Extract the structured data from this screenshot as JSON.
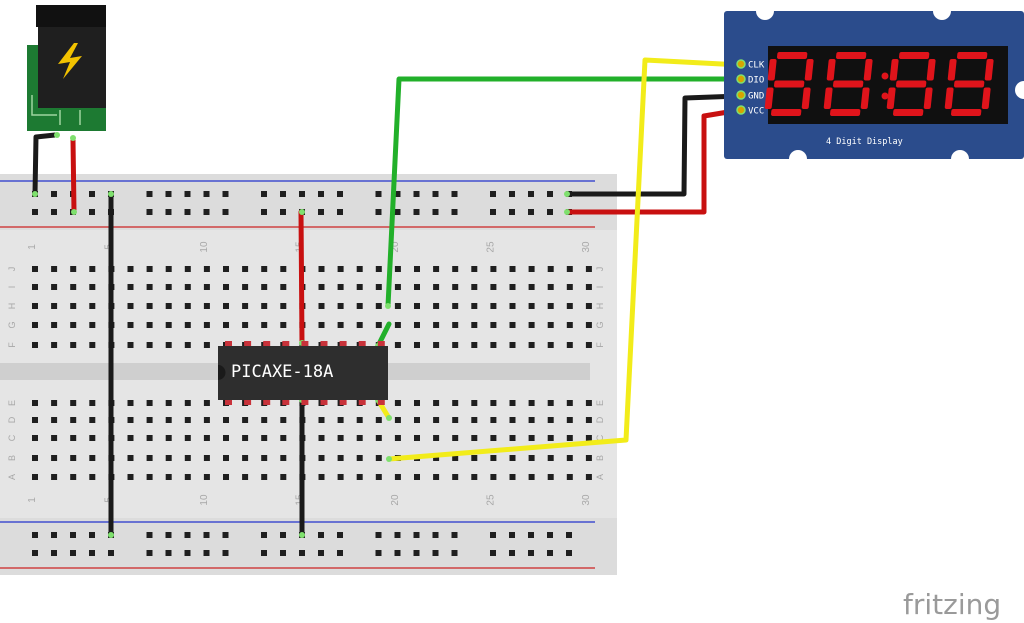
{
  "breadboard": {
    "column_numbers": [
      "1",
      "5",
      "10",
      "15",
      "20",
      "25",
      "30"
    ],
    "row_letters_top": [
      "J",
      "I",
      "H",
      "G",
      "F"
    ],
    "row_letters_bottom": [
      "E",
      "D",
      "C",
      "B",
      "A"
    ]
  },
  "chip": {
    "label": "PICAXE-18A",
    "pins_per_side": 9
  },
  "display_module": {
    "caption": "4 Digit Display",
    "pins": [
      "CLK",
      "DIO",
      "GND",
      "VCC"
    ],
    "shown_digits": [
      "8",
      "8",
      "8",
      "8"
    ],
    "board_color": "#2b4c8c",
    "segment_color": "#e0141b"
  },
  "power_jack": {
    "icon": "lightning-bolt-icon"
  },
  "wires": [
    {
      "name": "black-ground-wire",
      "color": "#1a1a1a"
    },
    {
      "name": "red-power-wire",
      "color": "#c81010"
    },
    {
      "name": "green-data-wire",
      "color": "#22b02a"
    },
    {
      "name": "yellow-clock-wire",
      "color": "#f2ec1a"
    }
  ],
  "watermark": "fritzing"
}
